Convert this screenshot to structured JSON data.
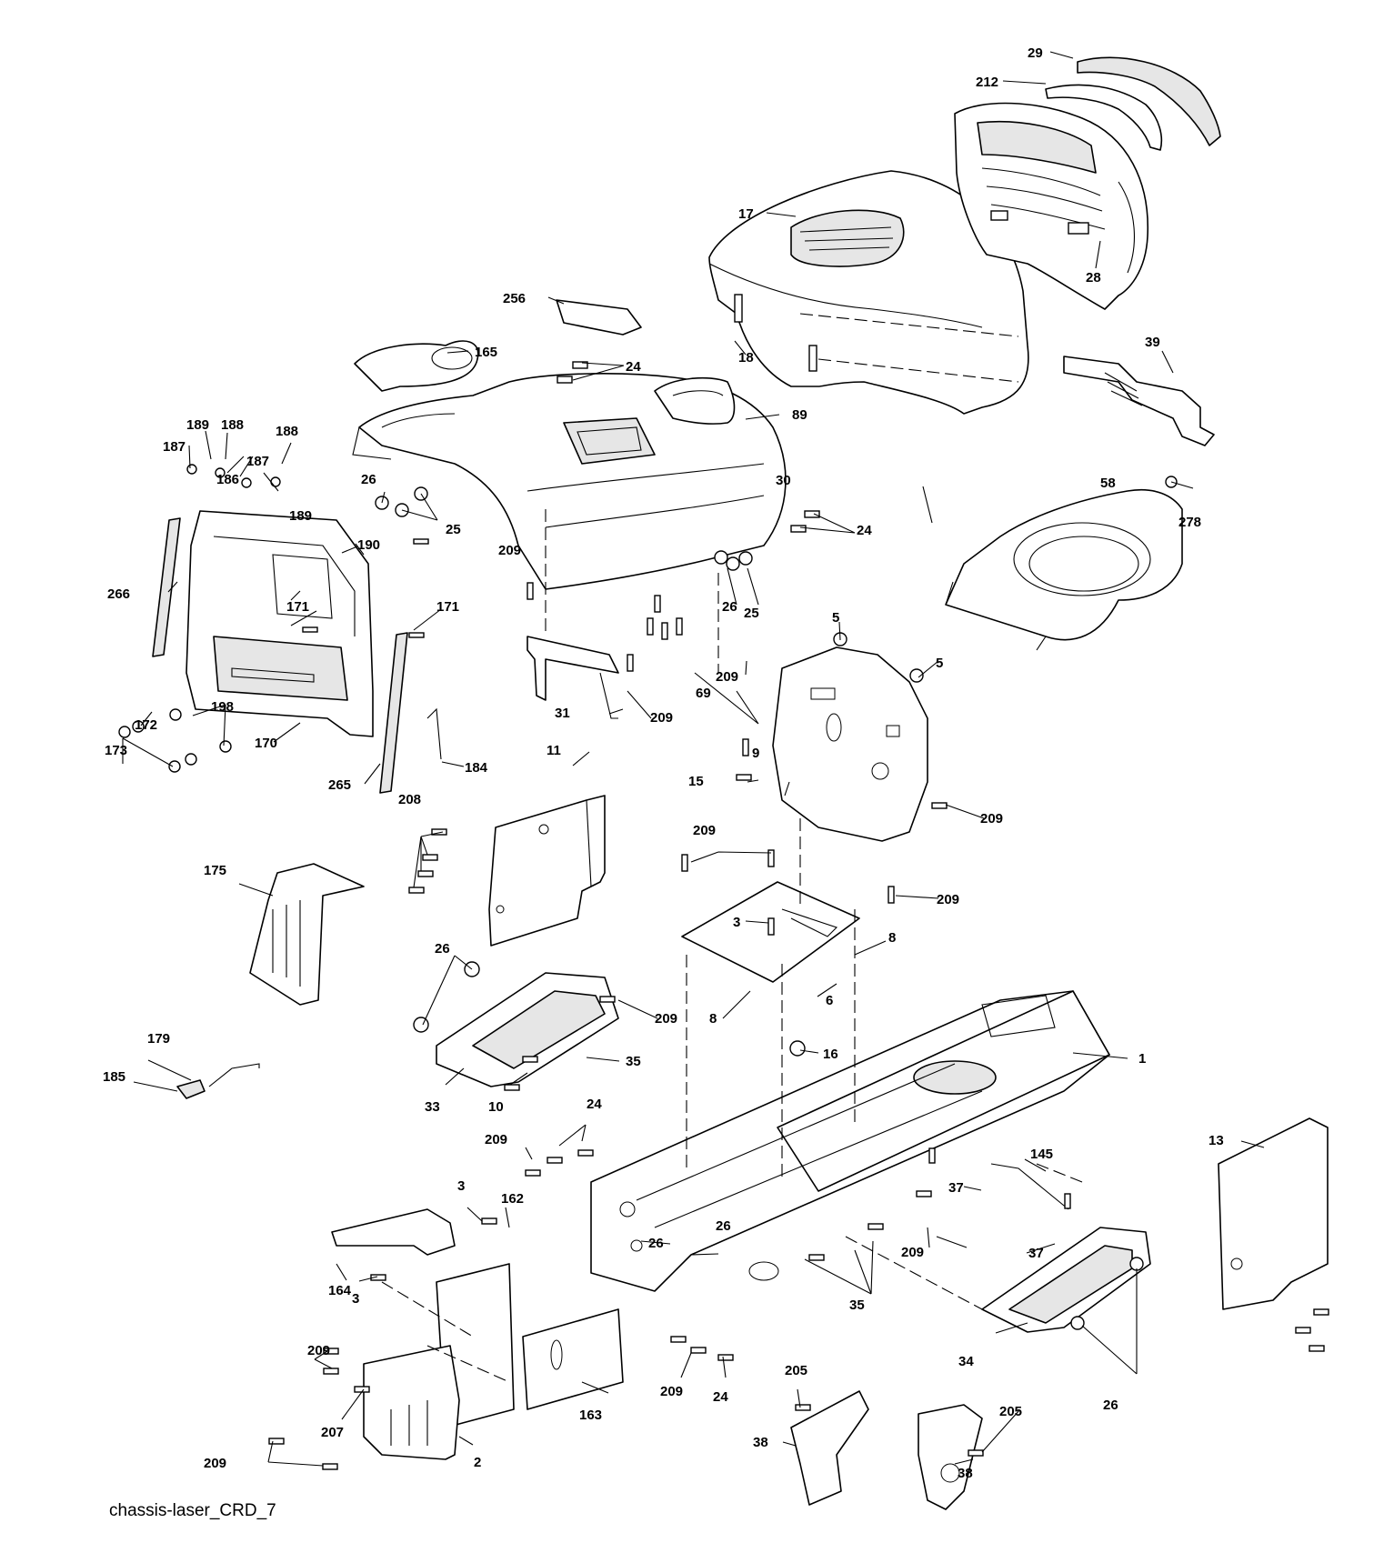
{
  "caption": "chassis-laser_CRD_7",
  "callouts": [
    "29",
    "212",
    "17",
    "28",
    "256",
    "165",
    "24",
    "18",
    "39",
    "89",
    "189",
    "188",
    "187",
    "188",
    "186",
    "187",
    "26",
    "30",
    "278",
    "189",
    "25",
    "24",
    "190",
    "209",
    "58",
    "266",
    "171",
    "26",
    "25",
    "171",
    "5",
    "69",
    "209",
    "5",
    "31",
    "209",
    "198",
    "172",
    "184",
    "173",
    "170",
    "265",
    "9",
    "11",
    "15",
    "209",
    "208",
    "209",
    "209",
    "175",
    "3",
    "26",
    "8",
    "6",
    "209",
    "8",
    "35",
    "16",
    "1",
    "179",
    "185",
    "33",
    "10",
    "24",
    "209",
    "145",
    "13",
    "37",
    "3",
    "162",
    "26",
    "26",
    "209",
    "37",
    "164",
    "3",
    "35",
    "34",
    "209",
    "209",
    "24",
    "26",
    "207",
    "163",
    "205",
    "205",
    "38",
    "209",
    "2",
    "38"
  ]
}
